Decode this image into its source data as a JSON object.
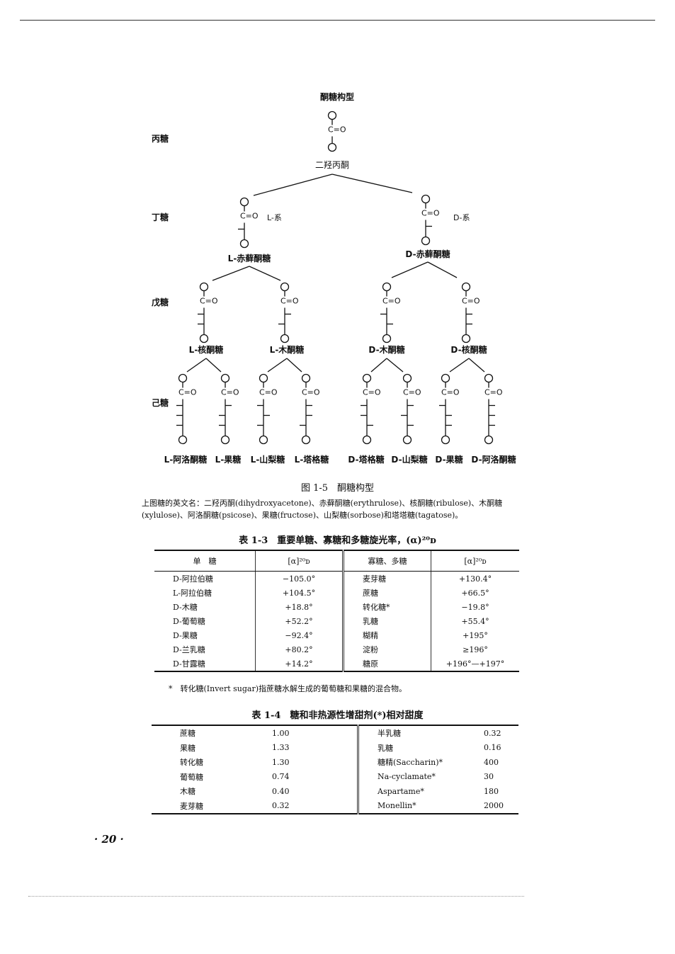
{
  "figure": {
    "top_title": "酮糖构型",
    "root_name": "二羟丙酮",
    "carbonyl": "C=O",
    "row_labels": [
      "丙糖",
      "丁糖",
      "戊糖",
      "己糖"
    ],
    "series_L": "L-系",
    "series_D": "D-系",
    "tetroses": [
      "L-赤藓酮糖",
      "D-赤藓酮糖"
    ],
    "pentoses": [
      "L-核酮糖",
      "L-木酮糖",
      "D-木酮糖",
      "D-核酮糖"
    ],
    "hexoses": [
      "L-阿洛酮糖",
      "L-果糖",
      "L-山梨糖",
      "L-塔格糖",
      "D-塔格糖",
      "D-山梨糖",
      "D-果糖",
      "D-阿洛酮糖"
    ],
    "caption": "图 1-5　酮糖构型",
    "note": "上图糖的英文名：二羟丙酮(dihydroxyacetone)、赤藓酮糖(erythrulose)、核酮糖(ribulose)、木酮糖(xylulose)、阿洛酮糖(psicose)、果糖(fructose)、山梨糖(sorbose)和塔塔糖(tagatose)。"
  },
  "table3": {
    "title": "表 1-3　重要单糖、寡糖和多糖旋光率，(α)²⁰ᴅ",
    "headers": [
      "单　糖",
      "[α]²⁰ᴅ",
      "寡糖、多糖",
      "[α]²⁰ᴅ"
    ],
    "rows": [
      [
        "D-阿拉伯糖",
        "−105.0°",
        "麦芽糖",
        "+130.4°"
      ],
      [
        "L-阿拉伯糖",
        "+104.5°",
        "蔗糖",
        "+66.5°"
      ],
      [
        "D-木糖",
        "+18.8°",
        "转化糖*",
        "−19.8°"
      ],
      [
        "D-葡萄糖",
        "+52.2°",
        "乳糖",
        "+55.4°"
      ],
      [
        "D-果糖",
        "−92.4°",
        "糊精",
        "+195°"
      ],
      [
        "D-兰乳糖",
        "+80.2°",
        "淀粉",
        "≥196°"
      ],
      [
        "D-甘露糖",
        "+14.2°",
        "糖原",
        "+196°—+197°"
      ]
    ],
    "footnote": "*　转化糖(Invert sugar)指蔗糖水解生成的葡萄糖和果糖的混合物。"
  },
  "table4": {
    "title": "表 1-4　糖和非热源性增甜剂(*)相对甜度",
    "rows": [
      [
        "蔗糖",
        "1.00",
        "半乳糖",
        "0.32"
      ],
      [
        "果糖",
        "1.33",
        "乳糖",
        "0.16"
      ],
      [
        "转化糖",
        "1.30",
        "糖精(Saccharin)*",
        "400"
      ],
      [
        "葡萄糖",
        "0.74",
        "Na-cyclamate*",
        "30"
      ],
      [
        "木糖",
        "0.40",
        "Aspartame*",
        "180"
      ],
      [
        "麦芽糖",
        "0.32",
        "Monellin*",
        "2000"
      ]
    ]
  },
  "page_number": "· 20 ·"
}
